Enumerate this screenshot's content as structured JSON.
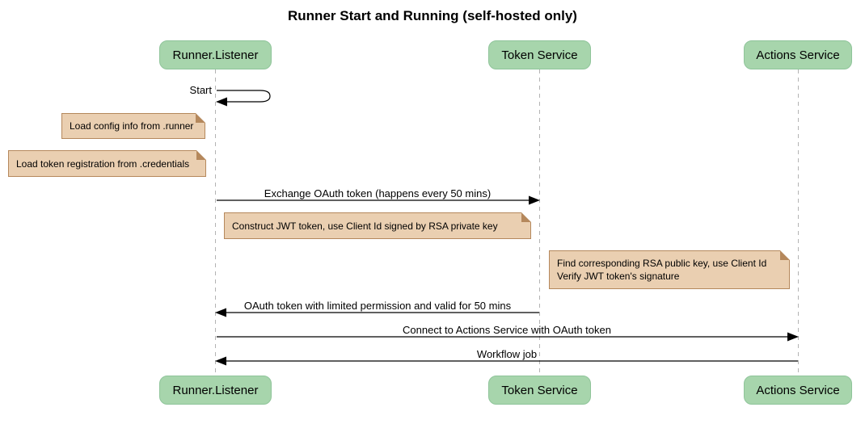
{
  "title": "Runner Start and Running (self-hosted only)",
  "participants": [
    {
      "id": "runner-listener",
      "label": "Runner.Listener"
    },
    {
      "id": "token-service",
      "label": "Token Service"
    },
    {
      "id": "actions-service",
      "label": "Actions Service"
    }
  ],
  "messages": [
    {
      "label": "Start",
      "from": "Runner.Listener",
      "to": "Runner.Listener",
      "type": "self"
    },
    {
      "label": "Exchange OAuth token (happens every 50 mins)",
      "from": "Runner.Listener",
      "to": "Token Service",
      "type": "solid-arrow"
    },
    {
      "label": "OAuth token with limited permission and valid for 50 mins",
      "from": "Token Service",
      "to": "Runner.Listener",
      "type": "solid-arrow"
    },
    {
      "label": "Connect to Actions Service with OAuth token",
      "from": "Runner.Listener",
      "to": "Actions Service",
      "type": "solid-arrow"
    },
    {
      "label": "Workflow job",
      "from": "Actions Service",
      "to": "Runner.Listener",
      "type": "solid-arrow"
    }
  ],
  "notes": [
    {
      "over": "Runner.Listener",
      "lines": [
        "Load config info from .runner"
      ]
    },
    {
      "over": "Runner.Listener",
      "lines": [
        "Load token registration from .credentials"
      ]
    },
    {
      "over": "Runner.Listener",
      "lines": [
        "Construct JWT token, use Client Id signed by RSA private key"
      ]
    },
    {
      "over": "Actions Service",
      "lines": [
        "Find corresponding RSA public key, use Client Id",
        "Verify JWT token's signature"
      ]
    }
  ],
  "colors": {
    "participant_fill": "#a7d5ac",
    "participant_border": "#8fc49a",
    "note_fill": "#eacfb1",
    "note_border": "#b5885c",
    "lifeline": "#b3b3b3",
    "arrow": "#000000"
  }
}
